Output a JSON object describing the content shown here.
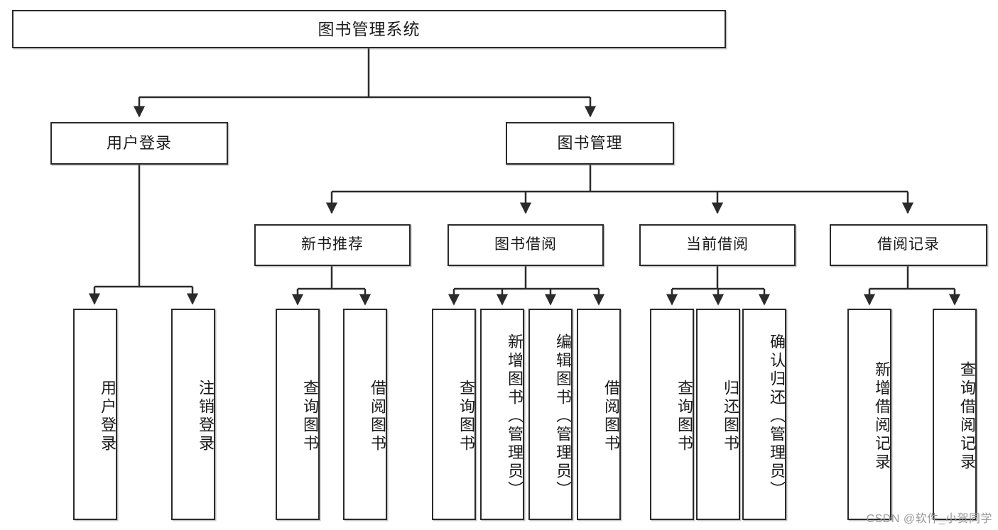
{
  "diagram": {
    "type": "tree",
    "title": "图书管理系统",
    "root": {
      "label": "图书管理系统",
      "children": [
        {
          "label": "用户登录",
          "children": [
            {
              "label": "用户登录"
            },
            {
              "label": "注销登录"
            }
          ]
        },
        {
          "label": "图书管理",
          "children": [
            {
              "label": "新书推荐",
              "children": [
                {
                  "label": "查询图书"
                },
                {
                  "label": "借阅图书"
                }
              ]
            },
            {
              "label": "图书借阅",
              "children": [
                {
                  "label": "查询图书"
                },
                {
                  "label": "新增图书（管理员）"
                },
                {
                  "label": "编辑图书（管理员）"
                },
                {
                  "label": "借阅图书"
                }
              ]
            },
            {
              "label": "当前借阅",
              "children": [
                {
                  "label": "查询图书"
                },
                {
                  "label": "归还图书"
                },
                {
                  "label": "确认归还（管理员）"
                }
              ]
            },
            {
              "label": "借阅记录",
              "children": [
                {
                  "label": "新增借阅记录"
                },
                {
                  "label": "查询借阅记录"
                }
              ]
            }
          ]
        }
      ]
    }
  },
  "nodes": {
    "root": "图书管理系统",
    "user_login": "用户登录",
    "book_manage": "图书管理",
    "new_book_rec": "新书推荐",
    "book_borrow": "图书借阅",
    "current_borrow": "当前借阅",
    "borrow_record": "借阅记录",
    "ul_leaf1": "用户登录",
    "ul_leaf2": "注销登录",
    "nb_leaf1": "查询图书",
    "nb_leaf2": "借阅图书",
    "bb_leaf1": "查询图书",
    "bb_leaf2": "新增图书（管理员）",
    "bb_leaf3": "编辑图书（管理员）",
    "bb_leaf4": "借阅图书",
    "cb_leaf1": "查询图书",
    "cb_leaf2": "归还图书",
    "cb_leaf3": "确认归还（管理员）",
    "br_leaf1": "新增借阅记录",
    "br_leaf2": "查询借阅记录"
  },
  "watermark": {
    "text": "CSDN @软件_小贺同学"
  },
  "colors": {
    "stroke": "#2b2b2b",
    "fill": "#ffffff",
    "text": "#1a1a1a",
    "watermark": "#9a9a9a"
  }
}
